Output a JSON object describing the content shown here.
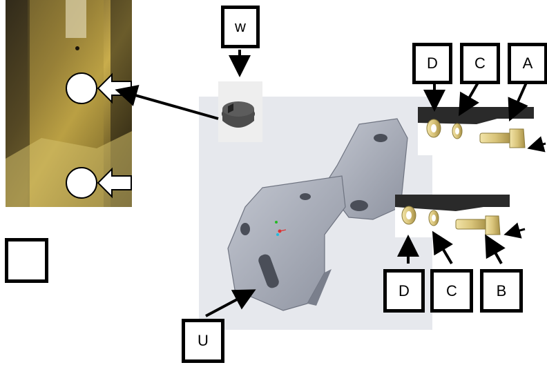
{
  "labels": {
    "w": "w",
    "top_d": "D",
    "top_c": "C",
    "top_a": "A",
    "bottom_d": "D",
    "bottom_c": "C",
    "bottom_b": "B",
    "u": "U",
    "empty_box": ""
  },
  "colors": {
    "panel_bg": "#e6e8ed",
    "bracket": "#a4a8b4",
    "brass": "#cdbb72",
    "photo_dark": "#4a3a1a",
    "photo_brass": "#b79a3c"
  }
}
